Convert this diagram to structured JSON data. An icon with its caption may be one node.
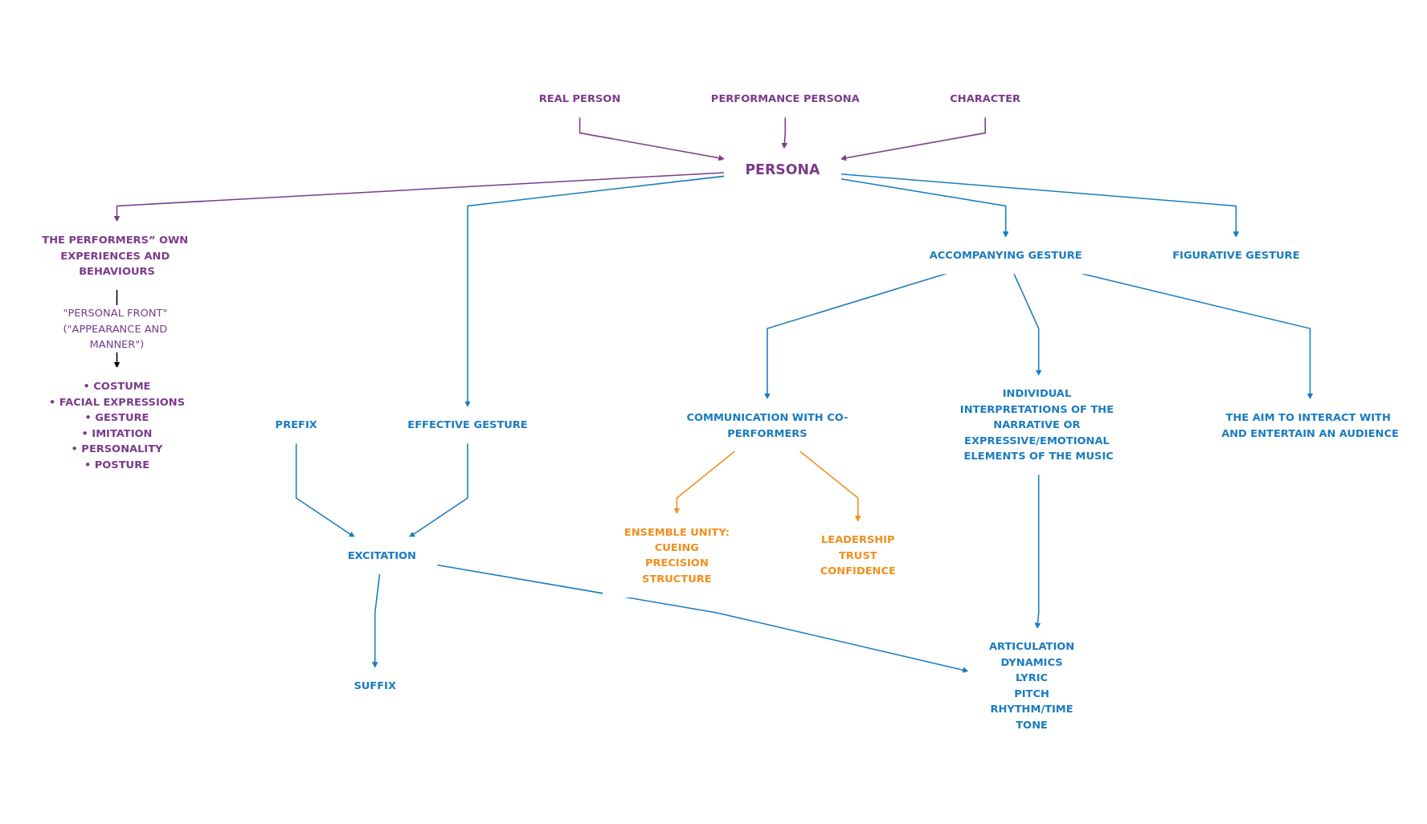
{
  "diagram": {
    "nodes": [
      {
        "text": [
          "REAL PERSON"
        ]
      },
      {
        "text": [
          "PERFORMANCE PERSONA"
        ]
      },
      {
        "text": [
          "CHARACTER"
        ]
      },
      {
        "text": [
          "PERSONA"
        ]
      },
      {
        "text": [
          "THE PERFORMERS” OWN EXPERIENCES AND BEHAVIOURS"
        ]
      },
      {
        "text": [
          "EFFECTIVE GESTURE"
        ]
      },
      {
        "text": [
          "FIGURATIVE GESTURE"
        ]
      },
      {
        "text": [
          "PREFIX"
        ]
      },
      {
        "text": [
          "EXCITATION"
        ]
      },
      {
        "text": [
          "SUFFIX"
        ]
      },
      {
        "text": [
          "ACCOMPANYING GESTURE"
        ]
      },
      {
        "text": [
          "COMMUNICATION WITH CO-PERFORMERS"
        ]
      },
      {
        "text": [
          "INDIVIDUAL INTERPRETATIONS OF THE NARRATIVE OR EXPRESSIVE/EMOTIONAL ELEMENTS OF THE MUSIC"
        ]
      },
      {
        "text": [
          "THE AIM TO INTERACT WITH AND ENTERTAIN AN AUDIENCE"
        ]
      },
      {
        "text": [
          "ENSEMBLE UNITY:",
          "CUEING",
          "PRECISION",
          "STRUCTURE"
        ]
      },
      {
        "text": [
          "LEADERSHIP",
          "TRUST",
          "CONFIDENCE"
        ]
      },
      {
        "text": [
          "ARTICULATION",
          "DYNAMICS",
          "LYRIC",
          "PITCH",
          "RHYTHM/TIME",
          "TONE"
        ]
      },
      {
        "text": [
          "• COSTUME",
          "• FACIAL EXPRESSIONS",
          "• GESTURE",
          "• IMITATION",
          "• PERSONALITY",
          "• POSTURE"
        ]
      }
    ],
    "edges": [
      {
        "from": 0,
        "to": 3,
        "arrow": "to",
        "color": "#7b3b8b"
      },
      {
        "from": 1,
        "to": 3,
        "arrow": "to",
        "color": "#7b3b8b"
      },
      {
        "from": 2,
        "to": 3,
        "arrow": "to",
        "color": "#7b3b8b"
      },
      {
        "from": 3,
        "to": 4,
        "arrow": "to",
        "color": "#7b3b8b"
      },
      {
        "from": 3,
        "to": 5,
        "arrow": "to"
      },
      {
        "from": 3,
        "to": 10,
        "arrow": "to"
      },
      {
        "from": 3,
        "to": 6,
        "arrow": "to"
      },
      {
        "from": 4,
        "to": 17,
        "arrow": "to",
        "label": "\"PERSONAL FRONT\" (\"APPEARANCE AND MANNER\")",
        "color": "#000000"
      },
      {
        "from": 5,
        "to": 8,
        "arrow": "to"
      },
      {
        "from": 7,
        "to": 8,
        "arrow": "to"
      },
      {
        "from": 8,
        "to": 9,
        "arrow": "to"
      },
      {
        "from": 10,
        "to": 11,
        "arrow": "to"
      },
      {
        "from": 10,
        "to": 12,
        "arrow": "to"
      },
      {
        "from": 10,
        "to": 13,
        "arrow": "to"
      },
      {
        "from": 11,
        "to": 14,
        "arrow": "to",
        "color": "#f0901e"
      },
      {
        "from": 11,
        "to": 15,
        "arrow": "to",
        "color": "#f0901e"
      },
      {
        "from": 12,
        "to": 16,
        "arrow": "to"
      },
      {
        "from": 8,
        "to": 16,
        "arrow": "to"
      }
    ]
  }
}
